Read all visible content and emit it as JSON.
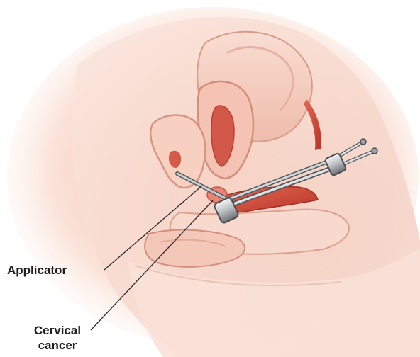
{
  "labels": {
    "applicator": "Applicator",
    "cervical_cancer_line1": "Cervical",
    "cervical_cancer_line2": "cancer"
  }
}
